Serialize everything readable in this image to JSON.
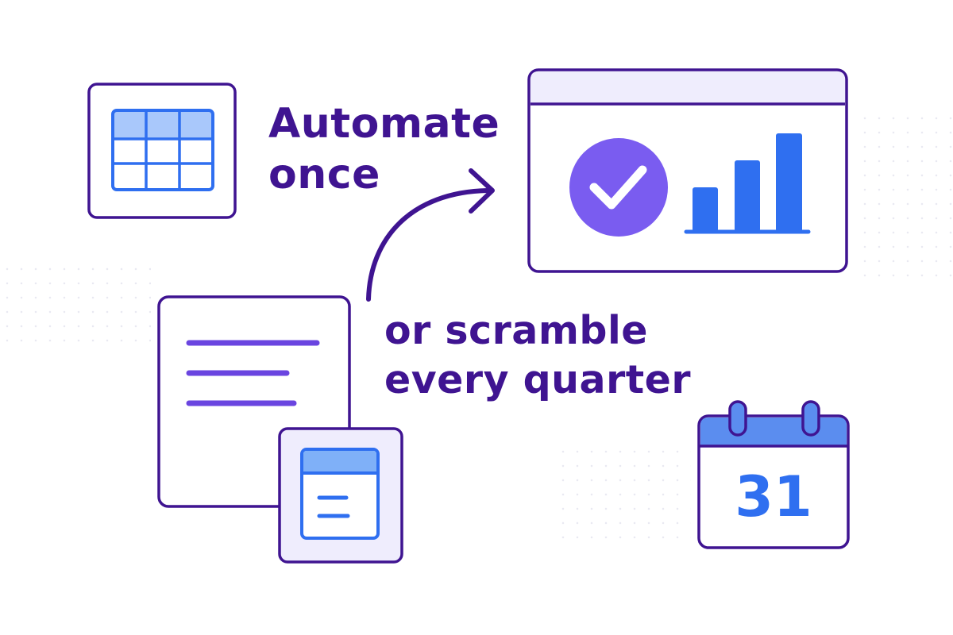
{
  "headline": {
    "top_lines": [
      "Automate",
      "once"
    ],
    "bottom_lines": [
      "or scramble",
      "every quarter"
    ]
  },
  "calendar": {
    "day": "31"
  },
  "icons": {
    "spreadsheet": "spreadsheet-grid-icon",
    "dashboard": "dashboard-window-icon",
    "check": "check-circle-icon",
    "bar_chart": "bar-chart-icon",
    "arrow": "curved-arrow-icon",
    "document": "document-lines-icon",
    "form": "form-card-icon",
    "calendar": "calendar-icon"
  },
  "colors": {
    "outline": "#3f1491",
    "text": "#3f1491",
    "blue": "#2f6ff0",
    "blue_light": "#a9c8fb",
    "purple": "#7a5cf0",
    "lavender": "#efedfd",
    "document_lines": "#6a45e0"
  }
}
